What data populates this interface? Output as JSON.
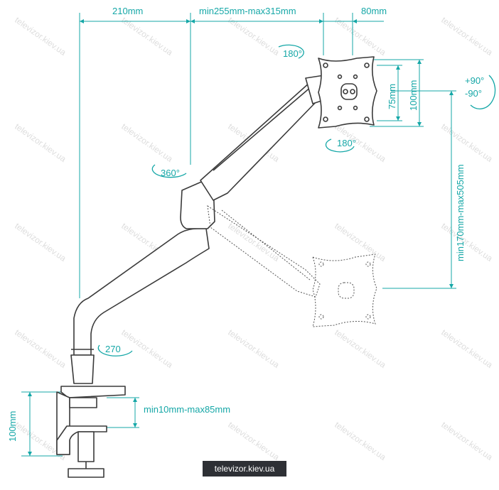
{
  "dimensions": {
    "base_to_pivot": "210mm",
    "arm_reach": "min255mm-max315mm",
    "vesa_offset": "80mm",
    "vesa_small": "75mm",
    "vesa_large": "100mm",
    "height_range": "min170mm-max505mm",
    "clamp_thickness": "min10mm-max85mm",
    "clamp_height": "100mm"
  },
  "rotations": {
    "head_swivel_top": "180°",
    "head_swivel_bottom": "180°",
    "tilt_up": "+90°",
    "tilt_down": "-90°",
    "arm_joint": "360°",
    "base_rotation": "270"
  },
  "watermark": "televizor.kiev.ua",
  "colors": {
    "dimension": "#15a7a7",
    "outline": "#3a3a3a",
    "brand_bg": "#2e3035"
  }
}
